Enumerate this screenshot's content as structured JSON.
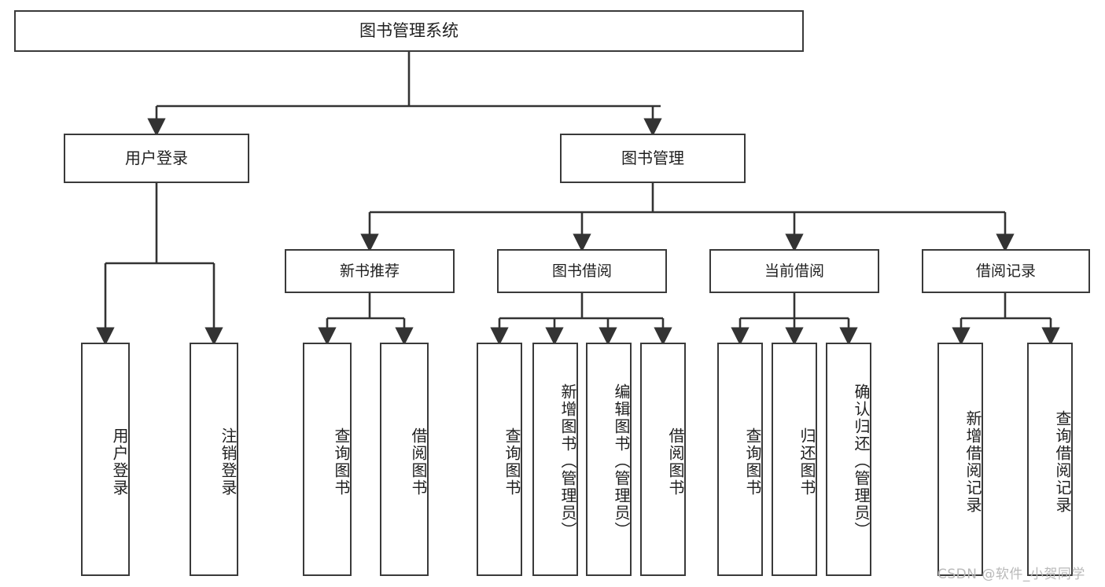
{
  "diagram": {
    "title": "图书管理系统",
    "type": "hierarchical-tree",
    "root": {
      "label": "图书管理系统"
    },
    "tier2": [
      {
        "label": "用户登录"
      },
      {
        "label": "图书管理"
      }
    ],
    "tier3": [
      {
        "label": "新书推荐"
      },
      {
        "label": "图书借阅"
      },
      {
        "label": "当前借阅"
      },
      {
        "label": "借阅记录"
      }
    ],
    "leaves": {
      "user_login": [
        {
          "label": "用户登录"
        },
        {
          "label": "注销登录"
        }
      ],
      "new_book_recommend": [
        {
          "label": "查询图书"
        },
        {
          "label": "借阅图书"
        }
      ],
      "book_borrow": [
        {
          "label": "查询图书"
        },
        {
          "label": "新增图书（管理员）"
        },
        {
          "label": "编辑图书（管理员）"
        },
        {
          "label": "借阅图书"
        }
      ],
      "current_borrow": [
        {
          "label": "查询图书"
        },
        {
          "label": "归还图书"
        },
        {
          "label": "确认归还（管理员）"
        }
      ],
      "borrow_record": [
        {
          "label": "新增借阅记录"
        },
        {
          "label": "查询借阅记录"
        }
      ]
    }
  },
  "watermark": {
    "text": "CSDN @软件_小贺同学"
  },
  "colors": {
    "box_border": "#3a3a3a",
    "connector": "#333333",
    "text": "#1f1f1f",
    "background": "#ffffff",
    "watermark": "#b9b9b9"
  }
}
